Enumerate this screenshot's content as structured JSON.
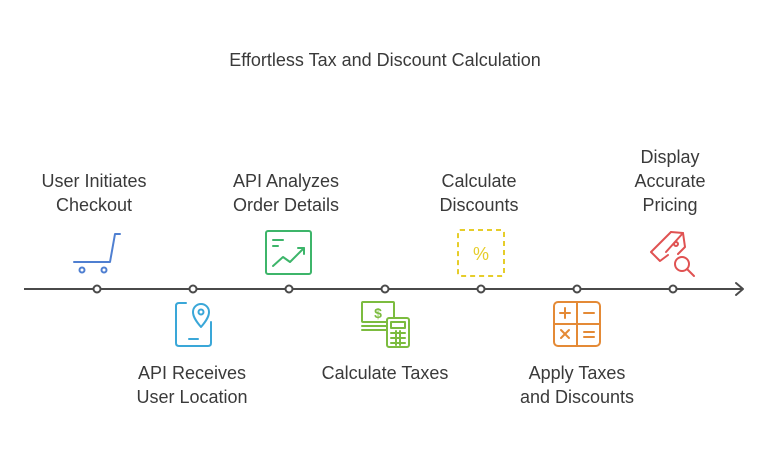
{
  "title": "Effortless Tax and Discount Calculation",
  "steps": [
    {
      "label": "User Initiates\nCheckout",
      "icon": "cart-icon",
      "color": "#4f7fd1",
      "position": "above"
    },
    {
      "label": "API Receives\nUser Location",
      "icon": "location-phone-icon",
      "color": "#3aa7d8",
      "position": "below"
    },
    {
      "label": "API Analyzes\nOrder Details",
      "icon": "chart-doc-icon",
      "color": "#3db56a",
      "position": "above"
    },
    {
      "label": "Calculate Taxes",
      "icon": "money-calculator-icon",
      "color": "#7cbc3f",
      "position": "below"
    },
    {
      "label": "Calculate\nDiscounts",
      "icon": "percent-icon",
      "color": "#e6cd2a",
      "position": "above"
    },
    {
      "label": "Apply Taxes\nand Discounts",
      "icon": "calculator-icon",
      "color": "#e48a36",
      "position": "below"
    },
    {
      "label": "Display\nAccurate\nPricing",
      "icon": "price-tag-search-icon",
      "color": "#e05252",
      "position": "above"
    }
  ]
}
